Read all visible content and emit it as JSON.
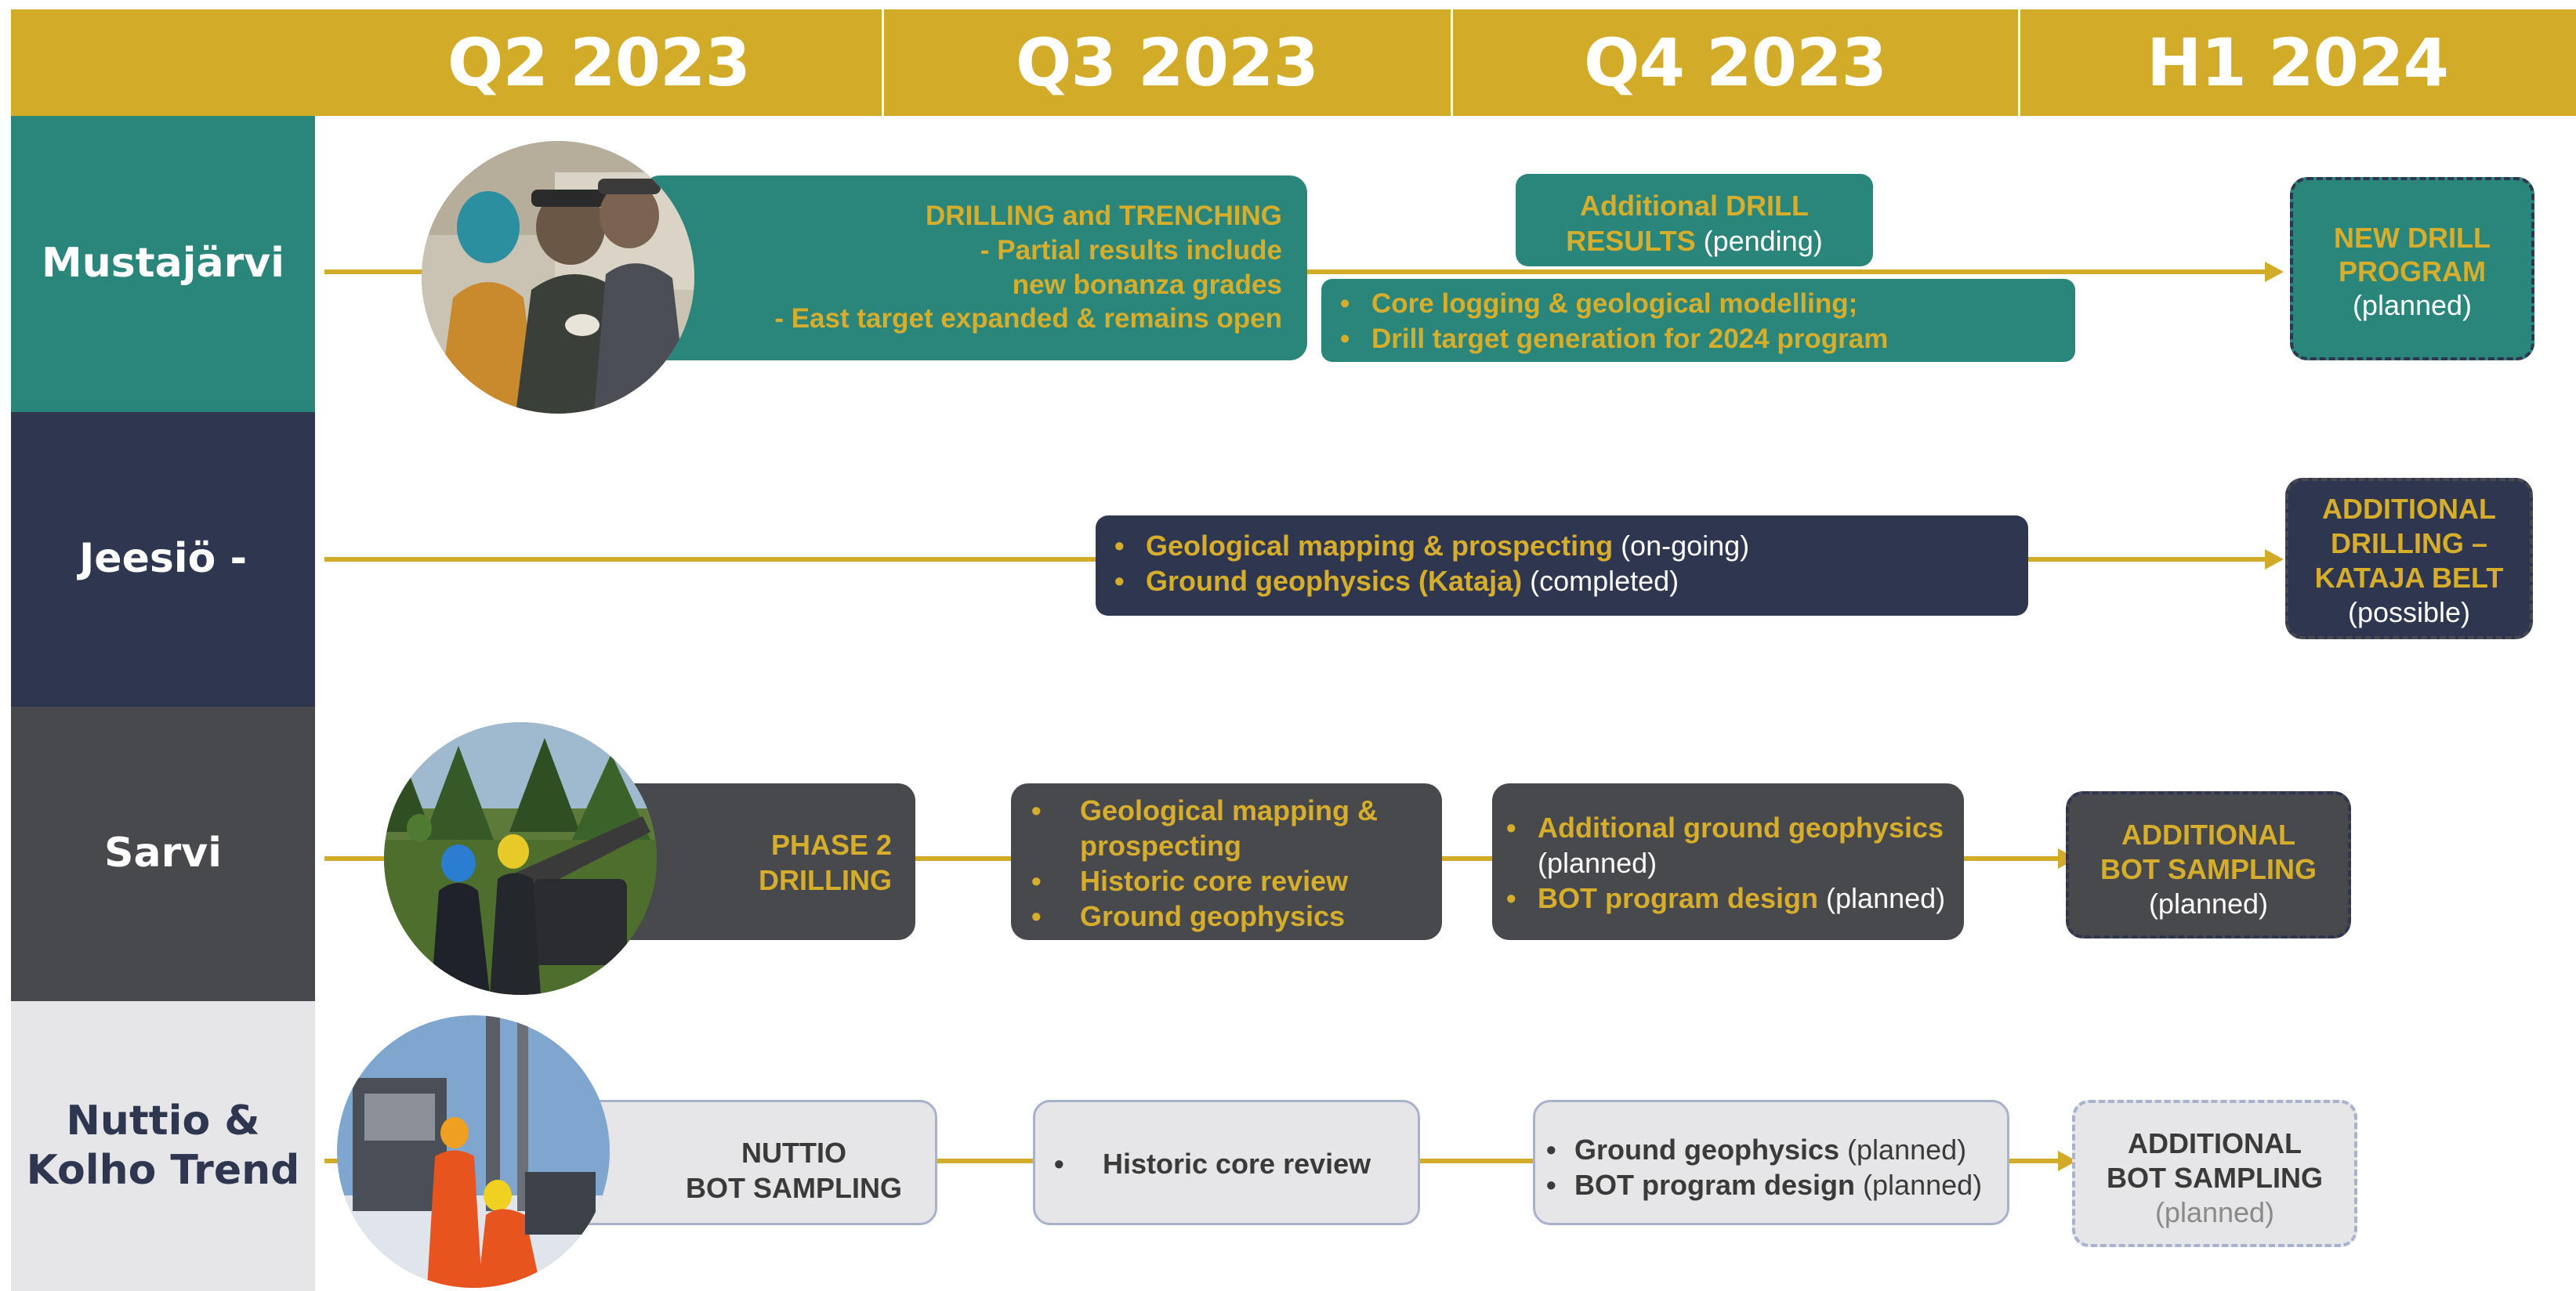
{
  "header": {
    "columns": [
      "Q2 2023",
      "Q3 2023",
      "Q4 2023",
      "H1 2024"
    ]
  },
  "colors": {
    "gold": "#d2ab29",
    "teal": "#2a857b",
    "navy": "#2f3650",
    "charcoal": "#48494d",
    "light": "#e6e6e8"
  },
  "rows": {
    "mustajarvi": {
      "label": "Mustajärvi",
      "photo_icon": "field-team-photo",
      "box1": {
        "title": "DRILLING and TRENCHING",
        "line2": "- Partial results include",
        "line3": "new bonanza grades",
        "line4": "- East target expanded & remains open"
      },
      "box2": {
        "line1": "Additional DRILL",
        "line2_gold": "RESULTS",
        "line2_white": " (pending)"
      },
      "box3": {
        "items": [
          "Core logging & geological modelling;",
          "Drill target generation for 2024 program"
        ]
      },
      "box4": {
        "line1": "NEW DRILL",
        "line2": "PROGRAM",
        "line3": "(planned)"
      }
    },
    "jeesio": {
      "label": "Jeesiö -",
      "box1": {
        "item1_gold": "Geological mapping & prospecting",
        "item1_white": " (on-going)",
        "item2_gold": "Ground geophysics (Kataja)",
        "item2_white": " (completed)"
      },
      "box2": {
        "line1": "ADDITIONAL",
        "line2": "DRILLING –",
        "line3": "KATAJA BELT",
        "line4": "(possible)"
      }
    },
    "sarvi": {
      "label": "Sarvi",
      "photo_icon": "drill-rig-forest-photo",
      "box1": {
        "line1": "PHASE 2",
        "line2": "DRILLING"
      },
      "box2": {
        "item1a": "Geological mapping &",
        "item1b": "prospecting",
        "item2": "Historic core review",
        "item3": "Ground geophysics"
      },
      "box3": {
        "item1_gold": "Additional ground geophysics",
        "item1_white": "(planned)",
        "item2_gold": "BOT program design",
        "item2_white": " (planned)"
      },
      "box4": {
        "line1": "ADDITIONAL",
        "line2": "BOT SAMPLING",
        "line3": "(planned)"
      }
    },
    "nuttio": {
      "label": "Nuttio &\nKolho Trend",
      "photo_icon": "bot-sampling-rig-photo",
      "box1": {
        "line1": "NUTTIO",
        "line2": "BOT SAMPLING"
      },
      "box2": {
        "item1": "Historic core review"
      },
      "box3": {
        "item1_bold": "Ground geophysics",
        "item1_normal": " (planned)",
        "item2_bold": "BOT program design",
        "item2_normal": " (planned)"
      },
      "box4": {
        "line1": "ADDITIONAL",
        "line2": "BOT SAMPLING",
        "line3": "(planned)"
      }
    }
  }
}
